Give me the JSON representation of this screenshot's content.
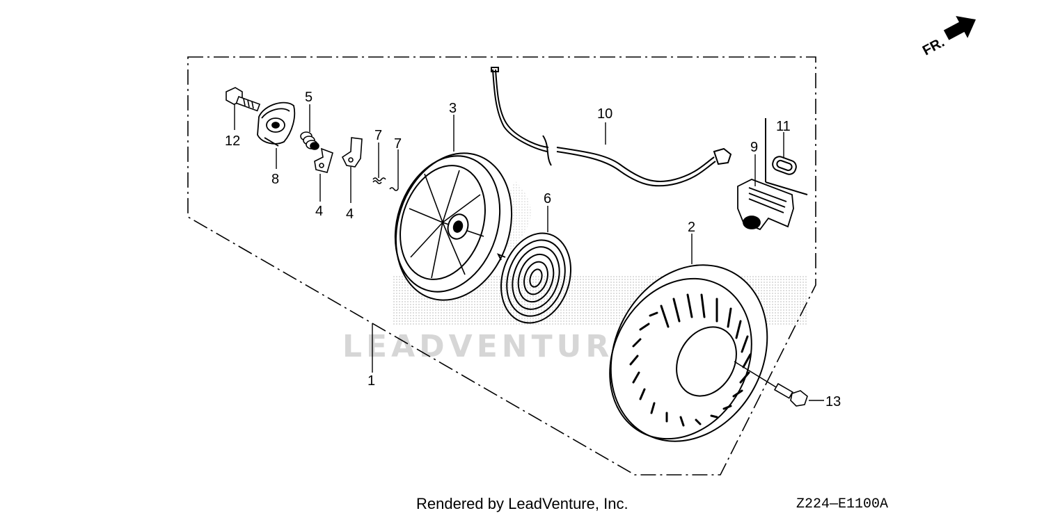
{
  "diagram": {
    "callouts": [
      {
        "id": "1",
        "label": "1"
      },
      {
        "id": "2",
        "label": "2"
      },
      {
        "id": "3",
        "label": "3"
      },
      {
        "id": "4a",
        "label": "4"
      },
      {
        "id": "4b",
        "label": "4"
      },
      {
        "id": "5",
        "label": "5"
      },
      {
        "id": "6",
        "label": "6"
      },
      {
        "id": "7a",
        "label": "7"
      },
      {
        "id": "7b",
        "label": "7"
      },
      {
        "id": "8",
        "label": "8"
      },
      {
        "id": "9",
        "label": "9"
      },
      {
        "id": "10",
        "label": "10"
      },
      {
        "id": "11",
        "label": "11"
      },
      {
        "id": "12",
        "label": "12"
      },
      {
        "id": "13",
        "label": "13"
      }
    ],
    "direction_label": "FR.",
    "watermark_text": "LEADVENTURE",
    "footer_credit": "Rendered by LeadVenture, Inc.",
    "diagram_code": "Z224—E1100A"
  },
  "colors": {
    "line": "#000000",
    "watermark": "#d8d8d8",
    "background": "#ffffff"
  }
}
